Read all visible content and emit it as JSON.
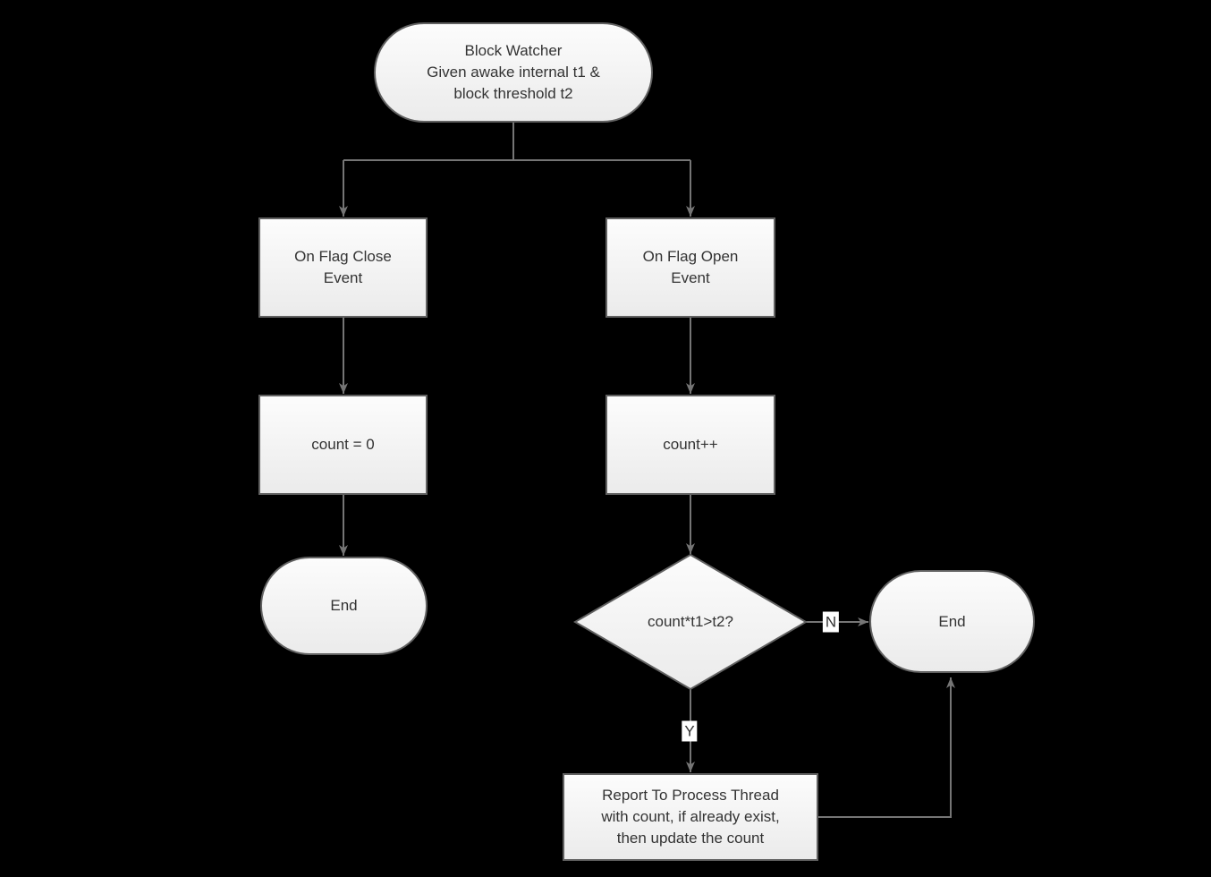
{
  "theme": {
    "background": "#000000",
    "node_border": "#616161",
    "connector": "#757575",
    "node_fill_top": "#fcfcfc",
    "node_fill_bottom": "#ebebeb",
    "text_color": "#333333",
    "edge_label_bg": "#ffffff"
  },
  "nodes": {
    "start": {
      "shape": "terminator",
      "label": "Block Watcher\nGiven awake internal t1 &\nblock threshold t2"
    },
    "on_flag_close": {
      "shape": "process",
      "label": "On Flag Close\nEvent"
    },
    "on_flag_open": {
      "shape": "process",
      "label": "On Flag Open\nEvent"
    },
    "count_reset": {
      "shape": "process",
      "label": "count = 0"
    },
    "count_increment": {
      "shape": "process",
      "label": "count++"
    },
    "end_left": {
      "shape": "terminator",
      "label": "End"
    },
    "decision": {
      "shape": "decision",
      "label": "count*t1>t2?"
    },
    "end_right": {
      "shape": "terminator",
      "label": "End"
    },
    "report": {
      "shape": "process",
      "label": "Report To Process Thread\nwith count, if already exist,\nthen update the count"
    }
  },
  "edges": {
    "no_label": "N",
    "yes_label": "Y"
  }
}
